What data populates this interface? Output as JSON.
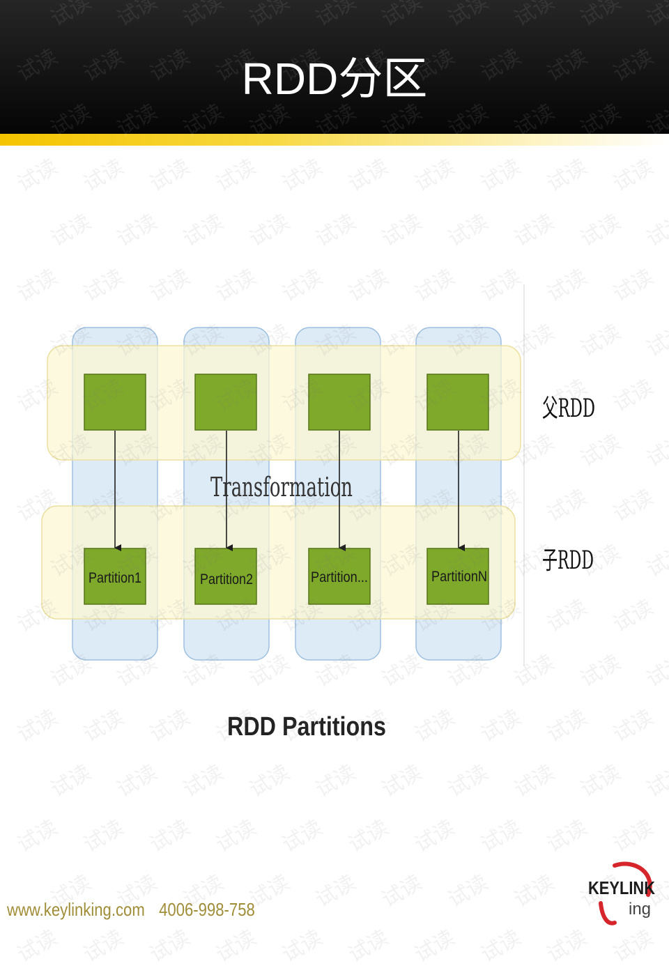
{
  "header": {
    "title": "RDD分区"
  },
  "diagram": {
    "parent_label": "父RDD",
    "child_label": "子RDD",
    "transform_label": "Transformation",
    "partitions": [
      "Partition1",
      "Partition2",
      "Partition...",
      "PartitionN"
    ],
    "caption": "RDD Partitions"
  },
  "footer": {
    "website": "www.keylinking.com",
    "phone": "4006-998-758"
  },
  "logo": {
    "text_main": "KEYLINK",
    "text_sub": "ing"
  },
  "watermark": {
    "text": "试读"
  },
  "colors": {
    "green": "#7fa92b",
    "accent_yellow": "#f5c400",
    "footer_text": "#a08d38",
    "logo_red": "#d6262b"
  }
}
